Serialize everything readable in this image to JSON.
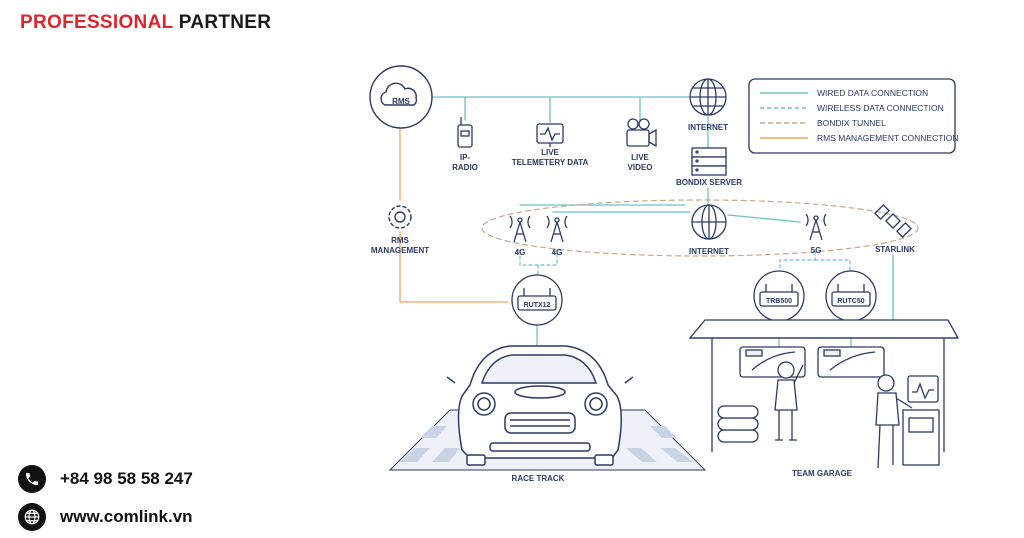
{
  "header": {
    "brand_red": "PROFESSIONAL",
    "brand_dark": "PARTNER"
  },
  "contact": {
    "phone": "+84 98 58 58 247",
    "website": "www.comlink.vn"
  },
  "icons": {
    "phone": "phone-icon",
    "website": "globe-icon"
  },
  "colors": {
    "brand_red": "#e0242b",
    "wired": "#6ec1c9",
    "wireless": "#6ec1c9",
    "bondix": "#c8a98a",
    "rms": "#f0a35e",
    "ink": "#2b3a67"
  },
  "legend": {
    "wired": "WIRED DATA CONNECTION",
    "wireless": "WIRELESS DATA CONNECTION",
    "bondix": "BONDIX TUNNEL",
    "rms": "RMS MANAGEMENT CONNECTION"
  },
  "nodes": {
    "rms": "RMS",
    "ipradio_1": "IP-",
    "ipradio_2": "RADIO",
    "telemetry_1": "LIVE",
    "telemetry_2": "TELEMETERY DATA",
    "video_1": "LIVE",
    "video_2": "VIDEO",
    "internet_top": "INTERNET",
    "bondix_server": "BONDIX SERVER",
    "rms_mgmt_1": "RMS",
    "rms_mgmt_2": "MANAGEMENT",
    "fourg_a": "4G",
    "fourg_b": "4G",
    "internet_mid": "INTERNET",
    "fiveg": "5G",
    "starlink": "STARLINK",
    "rutx12": "RUTX12",
    "trb500": "TRB500",
    "rutc50": "RUTC50",
    "race_track": "RACE TRACK",
    "team_garage": "TEAM GARAGE"
  }
}
